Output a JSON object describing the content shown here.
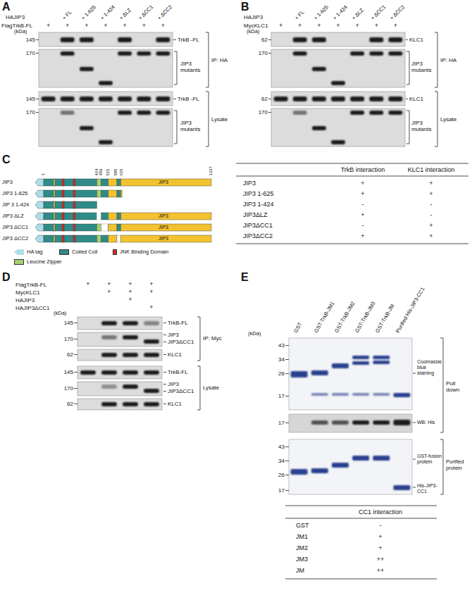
{
  "diagram": {
    "labels": [
      "A",
      "HAJIP3",
      "FlagTrkB-FL",
      "+ FL",
      "+ 1-625",
      "+ 1-424",
      "+ ΔLZ",
      "+ ΔCC1",
      "+ ΔCC2",
      "+",
      "+",
      "+",
      "+",
      "+",
      "+",
      "+",
      "(kDa)",
      "145",
      "170",
      "145",
      "170",
      "TrkB -FL",
      "JIP3 mutants",
      "IP: HA",
      "TrkB -FL",
      "JIP3 mutants",
      "Lysate",
      "B",
      "HAJIP3",
      "MycKLC1",
      "+ FL",
      "+ 1-625",
      "+ 1-424",
      "+ ΔLZ",
      "+ ΔCC1",
      "+ ΔCC2",
      "+",
      "+",
      "+",
      "+",
      "+",
      "+",
      "+",
      "(kDa)",
      "62",
      "170",
      "62",
      "170",
      "KLC1",
      "JIP3 mutants",
      "IP: HA",
      "KLC1",
      "JIP3 mutants",
      "Lysate",
      "C",
      "1",
      "424",
      "459",
      "515",
      "585",
      "615",
      "1337",
      "JIP3",
      "JIP3 1-625",
      "JIP 3 1-424",
      "JIP3 ΔLZ",
      "JIP3 ΔCC1",
      "JIP3 ΔCC2",
      "JIP3",
      "JIP3",
      "JIP3",
      "JIP3",
      "TrkB interaction",
      "KLC1 interaction",
      "JIP3",
      "+",
      "+",
      "JIP3 1-625",
      "+",
      "+",
      "JIP3 1-424",
      "-",
      "-",
      "JIP3ΔLZ",
      "+",
      "-",
      "JIP3ΔCC1",
      "-",
      "+",
      "JIP3ΔCC2",
      "+",
      "+",
      "D",
      "FlagTrkB-FL",
      "MycKLC1",
      "HAJIP3",
      "HAJIP3ΔCC1",
      "+",
      "+",
      "+",
      "+",
      "+",
      "+",
      "+",
      "+",
      "+",
      "(kDa)",
      "145",
      "170",
      "62",
      "145",
      "170",
      "62",
      "TrkB-FL",
      "JIP3",
      "JIP3ΔCC1",
      "KLC1",
      "IP: Myc",
      "TrkB-FL",
      "JIP3",
      "JIP3ΔCC1",
      "KLC1",
      "Lysate",
      "E",
      "GST",
      "GST-TrkB-JM1",
      "GST-TrkB-JM2",
      "GST-TrkB-JM3",
      "GST-TrkB-JM",
      "Purified His-JIP3-CC1",
      "(kDa)",
      "43",
      "34",
      "26",
      "17",
      "Coomassie blue staining",
      "Pull down",
      "17",
      "WB: His",
      "43",
      "34",
      "26",
      "17",
      "GST-fusion protein",
      "His-JIP3-CC1",
      "Purified protein",
      "CC1 interaction",
      "GST",
      "-",
      "JM1",
      "+",
      "JM2",
      "+",
      "JM3",
      "++",
      "JM",
      "++"
    ],
    "legend": [
      {
        "text": "HA tag",
        "color": "#aedcea"
      },
      {
        "text": "Coiled Coil",
        "color": "#2e8b88"
      },
      {
        "text": "JNK Binding Domain",
        "color": "#d42a2a"
      },
      {
        "text": "Leucine Zipper",
        "color": "#a5d16f"
      }
    ]
  }
}
